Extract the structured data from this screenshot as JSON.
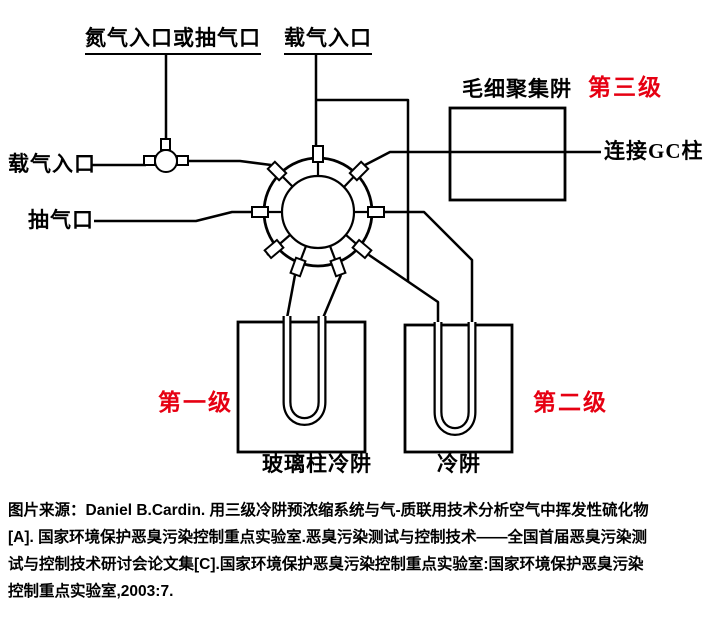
{
  "colors": {
    "line": "#000000",
    "stage_red": "#e60012",
    "background": "#ffffff",
    "text": "#000000"
  },
  "diagram": {
    "labels": {
      "nitrogen_inlet": "氮气入口或抽气口",
      "carrier_gas_top": "载气入口",
      "carrier_gas_left": "载气入口",
      "pump_port": "抽气口",
      "capillary_trap": "毛细聚集阱",
      "stage3": "第三级",
      "gc_column": "连接GC柱",
      "stage1": "第一级",
      "stage2": "第二级",
      "glass_column_trap": "玻璃柱冷阱",
      "cold_trap": "冷阱"
    }
  },
  "caption": {
    "lines": [
      "图片来源：Daniel B.Cardin. 用三级冷阱预浓缩系统与气-质联用技术分析空气中挥发性硫化物",
      "[A]. 国家环境保护恶臭污染控制重点实验室.恶臭污染测试与控制技术——全国首届恶臭污染测",
      "试与控制技术研讨会论文集[C].国家环境保护恶臭污染控制重点实验室:国家环境保护恶臭污染",
      "控制重点实验室,2003:7."
    ]
  }
}
